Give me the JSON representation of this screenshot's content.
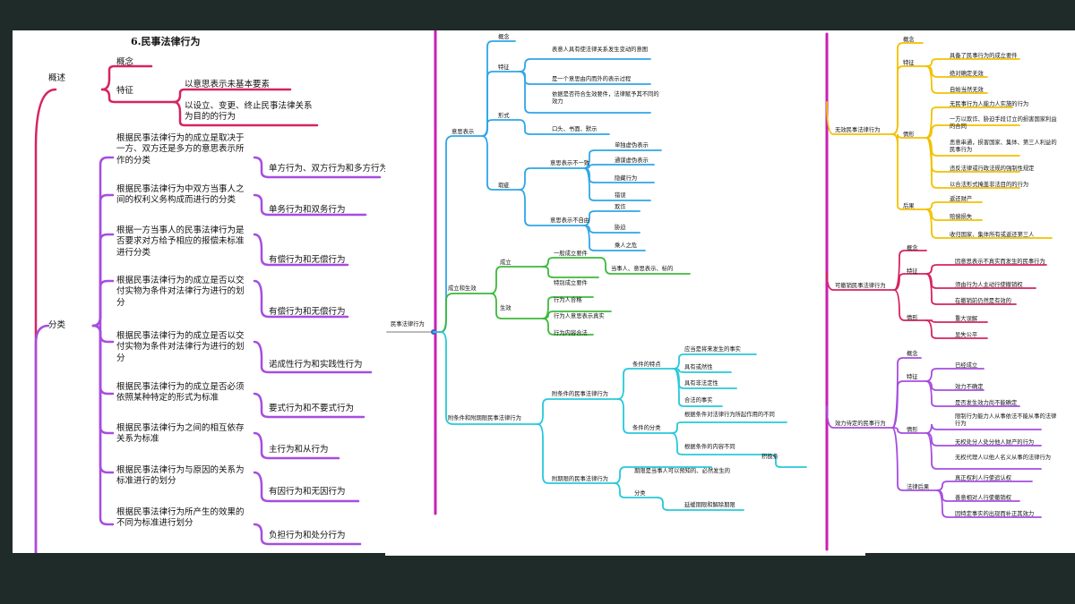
{
  "panel1": {
    "title": "6.民事法律行为",
    "overview": {
      "label": "概述",
      "concept": "概念",
      "features": "特征",
      "feature_items": [
        "以意思表示未基本要素",
        "以设立、变更、终止民事法律关系为目的的行为"
      ]
    },
    "classification": {
      "label": "分类",
      "items": [
        {
          "basis": "根据民事法律行为的成立是取决于一方、双方还是多方的意思表示所作的分类",
          "result": "单方行为、双方行为和多方行为"
        },
        {
          "basis": "根据民事法律行为中双方当事人之间的权利义务构成而进行的分类",
          "result": "单务行为和双务行为"
        },
        {
          "basis": "根据一方当事人的民事法律行为是否要求对方给予相应的报偿未标准进行分类",
          "result": "有偿行为和无偿行为"
        },
        {
          "basis": "根据民事法律行为的成立是否以交付实物为条件对法律行为进行的划分",
          "result": "有偿行为和无偿行为"
        },
        {
          "basis": "根据民事法律行为的成立是否以交付实物为条件对法律行为进行的划分",
          "result": "诺成性行为和实践性行为"
        },
        {
          "basis": "根据民事法律行为的成立是否必须依照某种特定的形式为标准",
          "result": "要式行为和不要式行为"
        },
        {
          "basis": "根据民事法律行为之间的相互依存关系为标准",
          "result": "主行为和从行为"
        },
        {
          "basis": "根据民事法律行为与原因的关系为标准进行的划分",
          "result": "有因行为和无因行为"
        },
        {
          "basis": "根据民事法律行为所产生的效果的不同为标准进行划分",
          "result": "负担行为和处分行为"
        }
      ]
    }
  },
  "panel2": {
    "root": "民事法律行为",
    "intent": {
      "label": "意思表示",
      "concept": "概念",
      "features": "特征",
      "feature_items": [
        "表意人具有使法律关系发生变动的意图",
        "是一个意思由内而外的表示过程",
        "依据是否符合生效要件，法律赋予其不同的效力"
      ],
      "form": "形式",
      "form_items": "口头、书面、默示",
      "defect": "瑕疵",
      "mismatch": "意思表示不一致",
      "mismatch_items": [
        "单独虚伪表示",
        "通谋虚伪表示",
        "隐藏行为",
        "错误"
      ],
      "unfree": "意思表示不自由",
      "unfree_items": [
        "欺诈",
        "胁迫",
        "乘人之危"
      ]
    },
    "formation": {
      "label": "成立和生效",
      "establish": "成立",
      "general": "一般成立要件",
      "general_items": "当事人、意思表示、标的",
      "special": "特别成立要件",
      "effect": "生效",
      "effect_items": [
        "行为人合格",
        "行为人意思表示真实",
        "行为内容合法"
      ]
    },
    "conditional": {
      "label": "附条件和附期限民事法律行为",
      "cond": "附条件的民事法律行为",
      "cond_features": "条件的特点",
      "cond_feature_items": [
        "应当是将来发生的事实",
        "具有或然性",
        "具有非法定性",
        "合法的事实"
      ],
      "cond_types": "条件的分类",
      "cond_type_items": [
        "根据条件对法律行为所起作用的不同",
        "根据条件的内容不同"
      ],
      "positive": "积极条",
      "term": "附期限的民事法律行为",
      "term_desc": "期限是当事人可以预知的、必然发生的",
      "term_types": "分类",
      "term_type_item": "延缓期限和解除期限"
    }
  },
  "panel3": {
    "invalid": {
      "label": "无效民事法律行为",
      "concept": "概念",
      "features": "特征",
      "feature_items": [
        "具备了民事行为的成立要件",
        "绝对确定无效",
        "自始当然无效"
      ],
      "cases": "情形",
      "case_items": [
        "无民事行为人能力人实施的行为",
        "一方以欺诈、胁迫手段订立的损害国家利益的合同",
        "恶意串通，损害国家、集体、第三人利益的民事行为",
        "违反法律或行政法规的强制性规定",
        "以合法形式掩盖非法目的的行为"
      ],
      "result": "后果",
      "result_items": [
        "返还财产",
        "赔偿损失",
        "收归国家、集体所有或返还第三人"
      ]
    },
    "revocable": {
      "label": "可撤销民事法律行为",
      "concept": "概念",
      "features": "特征",
      "feature_items": [
        "因意思表示不真实而发生的民事行为",
        "须由行为人主动行使撤销权",
        "在撤销前仍然是有效的"
      ],
      "cases": "情形",
      "case_items": [
        "重大误解",
        "显失公平"
      ]
    },
    "pending": {
      "label": "效力待定的民事行为",
      "concept": "概念",
      "features": "特征",
      "feature_items": [
        "已经成立",
        "效力不确定",
        "是否发生效力尚不能确定"
      ],
      "cases": "情形",
      "case_items": [
        "限制行为能力人从事依法不能从事的法律行为",
        "无权处分人处分他人财产的行为",
        "无权代理人以他人名义从事的法律行为"
      ],
      "legal": "法律后果",
      "legal_items": [
        "真正权利人行使追认权",
        "善意相对人行使撤销权",
        "因特定事实的出现而补正其效力"
      ]
    }
  },
  "colors": {
    "crimson": "#d6245f",
    "purple": "#a64de0",
    "blue": "#2fa6e8",
    "green": "#3cba3c",
    "teal": "#27c9d9",
    "gold": "#f2c100",
    "magenta": "#c91fb4"
  }
}
